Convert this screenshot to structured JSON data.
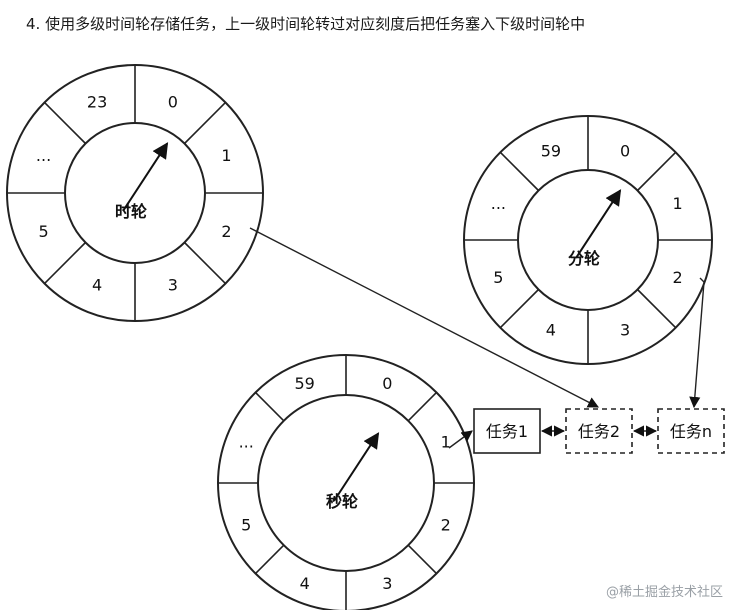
{
  "title": "4. 使用多级时间轮存储任务，上一级时间轮转过对应刻度后把任务塞入下级时间轮中",
  "footer": "@稀土掘金技术社区",
  "wheels": [
    {
      "name": "时轮",
      "slots": [
        "0",
        "1",
        "2",
        "3",
        "4",
        "5",
        "...",
        "23"
      ]
    },
    {
      "name": "分轮",
      "slots": [
        "0",
        "1",
        "2",
        "3",
        "4",
        "5",
        "...",
        "59"
      ]
    },
    {
      "name": "秒轮",
      "slots": [
        "0",
        "1",
        "2",
        "3",
        "4",
        "5",
        "...",
        "59"
      ]
    }
  ],
  "tasks": [
    {
      "label": "任务1",
      "style": "solid"
    },
    {
      "label": "任务2",
      "style": "dashed"
    },
    {
      "label": "任务n",
      "style": "dashed"
    }
  ]
}
